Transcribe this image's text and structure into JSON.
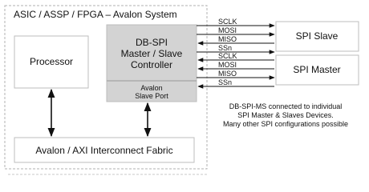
{
  "system": {
    "title": "ASIC / ASSP / FPGA – Avalon System"
  },
  "processor": {
    "label": "Processor"
  },
  "controller": {
    "label_lines": [
      "DB-SPI",
      "Master / Slave",
      "Controller"
    ],
    "port_lines": [
      "Avalon",
      "Slave Port"
    ]
  },
  "fabric": {
    "label": "Avalon / AXI Interconnect Fabric"
  },
  "slave_device": {
    "label": "SPI Slave",
    "signals": [
      "SCLK",
      "MOSI",
      "MISO",
      "SSn"
    ]
  },
  "master_device": {
    "label": "SPI Master",
    "signals": [
      "SCLK",
      "MOSI",
      "MISO",
      "SSn"
    ]
  },
  "note": {
    "lines": [
      "DB-SPI-MS connected to individual",
      "SPI Master & Slaves Devices.",
      "Many other SPI configurations possible"
    ]
  },
  "colors": {
    "controller_fill": "#d3d3d3",
    "box_stroke": "#bdbdbd",
    "dash_stroke": "#b0b0b0",
    "line": "#111111"
  }
}
